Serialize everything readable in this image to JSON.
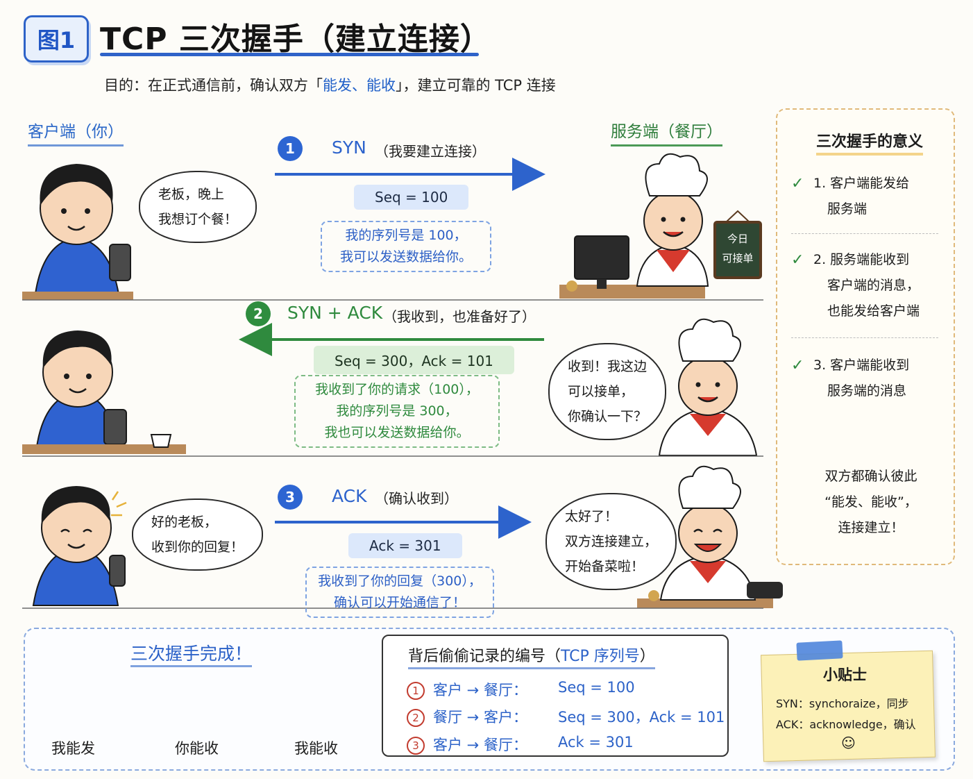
{
  "header": {
    "badge": "图1",
    "title": "TCP 三次握手（建立连接）",
    "subtitle_pre": "目的：在正式通信前，确认双方「",
    "subtitle_hl": "能发、能收",
    "subtitle_post": "」，建立可靠的 TCP 连接"
  },
  "roles": {
    "client": "客户端（你）",
    "server": "服务端（餐厅）"
  },
  "steps": [
    {
      "num": "1",
      "label": "SYN",
      "note": "（我要建立连接）",
      "seq": "Seq = 100",
      "desc": [
        "我的序列号是 100，",
        "我可以发送数据给你。"
      ],
      "client_speech": [
        "老板，晚上",
        "我想订个餐！"
      ]
    },
    {
      "num": "2",
      "label": "SYN + ACK",
      "note": "（我收到，也准备好了）",
      "seq": "Seq = 300，Ack = 101",
      "desc": [
        "我收到了你的请求（100），",
        "我的序列号是 300，",
        "我也可以发送数据给你。"
      ],
      "server_speech": [
        "收到！我这边",
        "可以接单，",
        "你确认一下？"
      ]
    },
    {
      "num": "3",
      "label": "ACK",
      "note": "（确认收到）",
      "seq": "Ack = 301",
      "desc": [
        "我收到了你的回复（300），",
        "确认可以开始通信了！"
      ],
      "client_speech": [
        "好的老板，",
        "收到你的回复！"
      ],
      "server_speech": [
        "太好了！",
        "双方连接建立，",
        "开始备菜啦！"
      ]
    }
  ],
  "menu_board": [
    "今日",
    "可接单"
  ],
  "side": {
    "title": "三次握手的意义",
    "items": [
      [
        "1. 客户端能发给",
        "服务端"
      ],
      [
        "2. 服务端能收到",
        "客户端的消息，",
        "也能发给客户端"
      ],
      [
        "3. 客户端能收到",
        "服务端的消息"
      ]
    ],
    "conclusion": [
      "双方都确认彼此",
      "“能发、能收”，",
      "连接建立！"
    ]
  },
  "summary": {
    "title": "三次握手完成！",
    "left": "我能发",
    "middle": "你能收",
    "right": "我能收"
  },
  "seq_table": {
    "title_pre": "背后偷偷记录的编号（",
    "title_hl": "TCP 序列号",
    "title_post": "）",
    "rows": [
      {
        "num": "1",
        "path": "客户 → 餐厅：",
        "value": "Seq = 100"
      },
      {
        "num": "2",
        "path": "餐厅 → 客户：",
        "value": "Seq = 300，Ack = 101"
      },
      {
        "num": "3",
        "path": "客户 → 餐厅：",
        "value": "Ack = 301"
      }
    ]
  },
  "tip": {
    "title": "小贴士",
    "lines": [
      "SYN：synchoraize，同步",
      "ACK：acknowledge，确认"
    ],
    "smiley": "☺"
  },
  "colors": {
    "blue": "#2d63cc",
    "green": "#2f8a3e",
    "accent_yellow": "#f4d48a"
  }
}
